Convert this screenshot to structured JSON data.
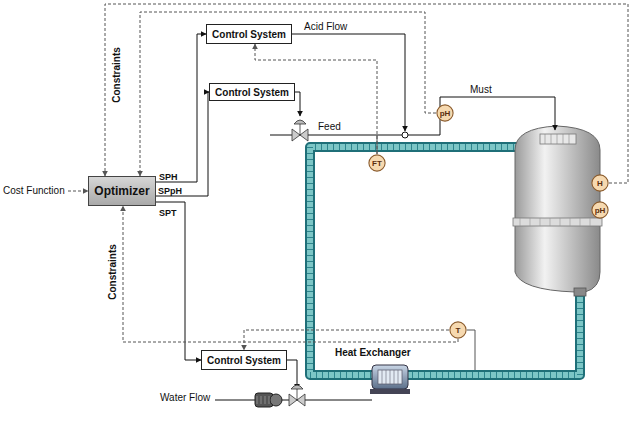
{
  "diagram": {
    "nodes": [
      {
        "text": [
          "Control System"
        ]
      },
      {
        "text": [
          "Control System"
        ]
      },
      {
        "text": [
          "Optimizer"
        ]
      },
      {
        "text": [
          "pH"
        ]
      },
      {
        "text": [
          "FT"
        ]
      },
      {
        "text": [
          "H"
        ]
      },
      {
        "text": [
          "pH"
        ]
      },
      {
        "text": [
          "T"
        ]
      },
      {
        "text": [
          "Control System"
        ]
      }
    ],
    "edges": [
      {
        "from": 2,
        "to": 0,
        "arrow": "to"
      },
      {
        "from": 2,
        "to": 1,
        "arrow": "to"
      },
      {
        "from": 2,
        "to": 8,
        "arrow": "to"
      },
      {
        "from": 3,
        "to": 2,
        "arrow": "to"
      },
      {
        "from": 5,
        "to": 2,
        "arrow": "to"
      },
      {
        "from": 4,
        "to": 0,
        "arrow": "to"
      },
      {
        "from": 7,
        "to": 2,
        "arrow": "to"
      },
      {
        "from": 7,
        "to": 8,
        "arrow": "to"
      }
    ],
    "labels": [
      "Cost Function",
      "Constraints",
      "Constraints",
      "SPH",
      "SPpH",
      "SPT",
      "Acid Flow",
      "Feed",
      "Must",
      "Heat Exchanger",
      "Water Flow"
    ]
  }
}
